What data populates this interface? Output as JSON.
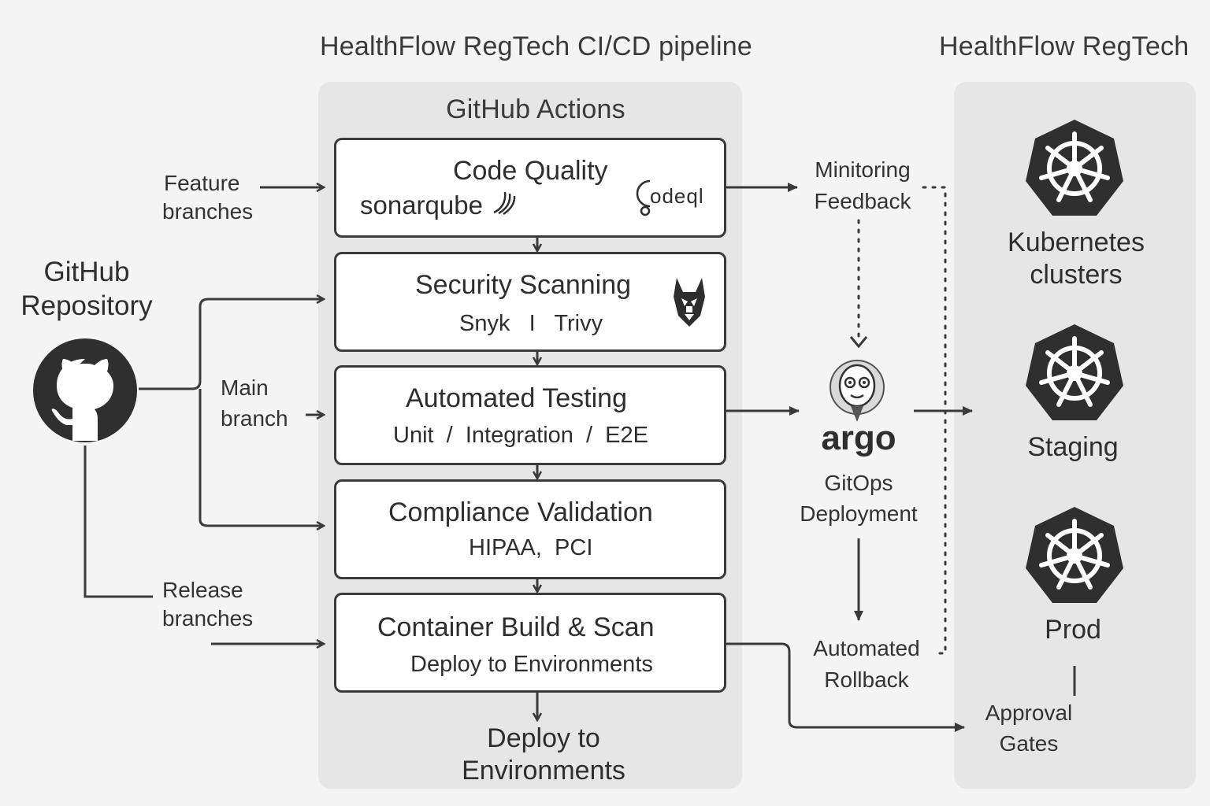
{
  "titles": {
    "pipeline": "HealthFlow RegTech CI/CD pipeline",
    "clusters": "HealthFlow RegTech"
  },
  "actions_panel": {
    "title": "GitHub Actions"
  },
  "repository": {
    "label_line1": "GitHub",
    "label_line2": "Repository",
    "icon": "github-octocat-icon"
  },
  "branches": {
    "feature": [
      "Feature",
      "branches"
    ],
    "main": [
      "Main",
      "branch"
    ],
    "release": [
      "Release",
      "branches"
    ]
  },
  "stages": [
    {
      "title": "Code Quality",
      "tools": [
        "sonarqube",
        "CodeQL"
      ],
      "logo_text": "sonarqube",
      "codeql_text": "odeql"
    },
    {
      "title": "Security Scanning",
      "subtitle": "Snyk   I   Trivy",
      "icon": "snyk-dog-icon"
    },
    {
      "title": "Automated Testing",
      "subtitle": "Unit  /  Integration  /  E2E"
    },
    {
      "title": "Compliance Validation",
      "subtitle": "HIPAA,  PCI"
    },
    {
      "title": "Container Build & Scan",
      "subtitle": "Deploy to Environments"
    }
  ],
  "deploy_bottom": [
    "Deploy to",
    "Environments"
  ],
  "monitoring": [
    "Minitoring",
    "Feedback"
  ],
  "argo": {
    "logo_text": "argo",
    "label": [
      "GitOps",
      "Deployment"
    ],
    "icon": "argo-mascot-icon"
  },
  "rollback": [
    "Automated",
    "Rollback"
  ],
  "clusters": [
    {
      "label": [
        "Kubernetes",
        "clusters"
      ],
      "icon": "kubernetes-helm-icon"
    },
    {
      "label": [
        "Staging"
      ],
      "icon": "kubernetes-helm-icon"
    },
    {
      "label": [
        "Prod"
      ],
      "icon": "kubernetes-helm-icon"
    }
  ],
  "approval": [
    "Approval",
    "Gates"
  ],
  "colors": {
    "background": "#f4f4f4",
    "panel": "#e6e6e6",
    "stroke": "#3a3a3a",
    "text": "#333333"
  }
}
